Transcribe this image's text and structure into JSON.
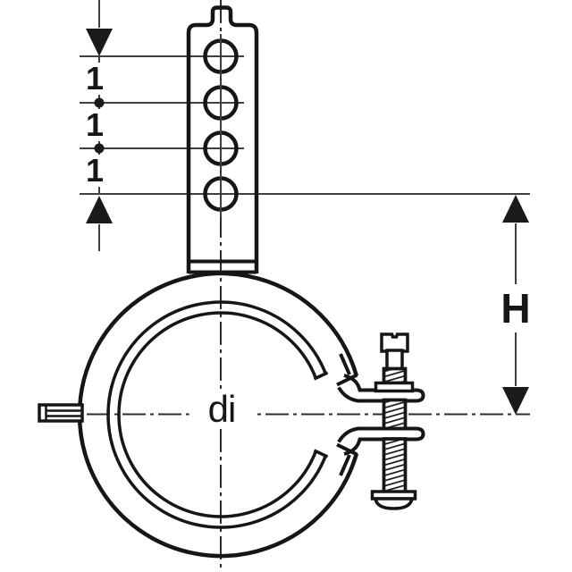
{
  "diagram": {
    "labels": {
      "spacing": [
        "1",
        "1",
        "1"
      ],
      "inner_diameter": "di",
      "height": "H"
    },
    "colors": {
      "outline": "#161616",
      "dimension": "#3f3f3f",
      "background": "#ffffff"
    },
    "strap_hole_count": 4
  }
}
